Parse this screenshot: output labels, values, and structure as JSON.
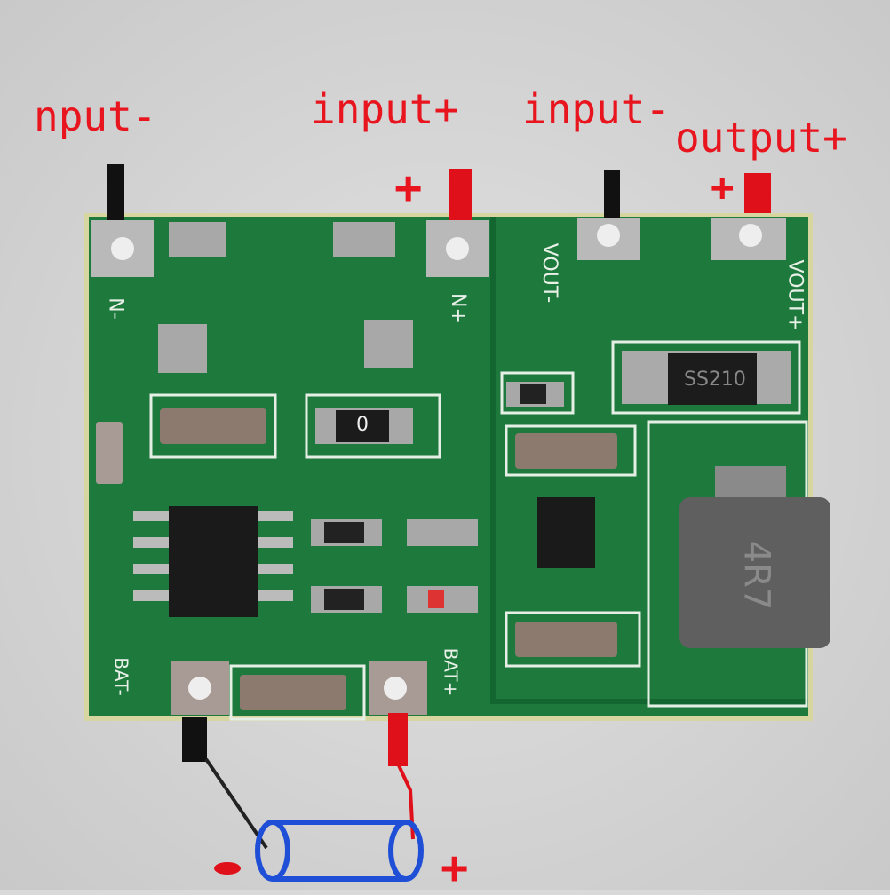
{
  "annotations": {
    "label_1": "nput-",
    "label_2": "input+",
    "label_3": "input-",
    "label_4": "output+",
    "battery_minus": "-",
    "battery_plus": "+",
    "wire_plus_1": "+",
    "wire_plus_2": "+"
  },
  "silkscreen": {
    "in_minus": "N-",
    "in_plus": "N+",
    "vout_minus": "VOUT-",
    "vout_plus": "VOUT+",
    "bat_minus": "BAT-",
    "bat_plus": "BAT+",
    "diode": "SS210",
    "inductor": "4R7",
    "resistor": "0"
  },
  "colors": {
    "pcb": "#1d7a3c",
    "annotation": "#e8141e",
    "battery": "#1f4fd6",
    "background": "#d9d9d9"
  }
}
